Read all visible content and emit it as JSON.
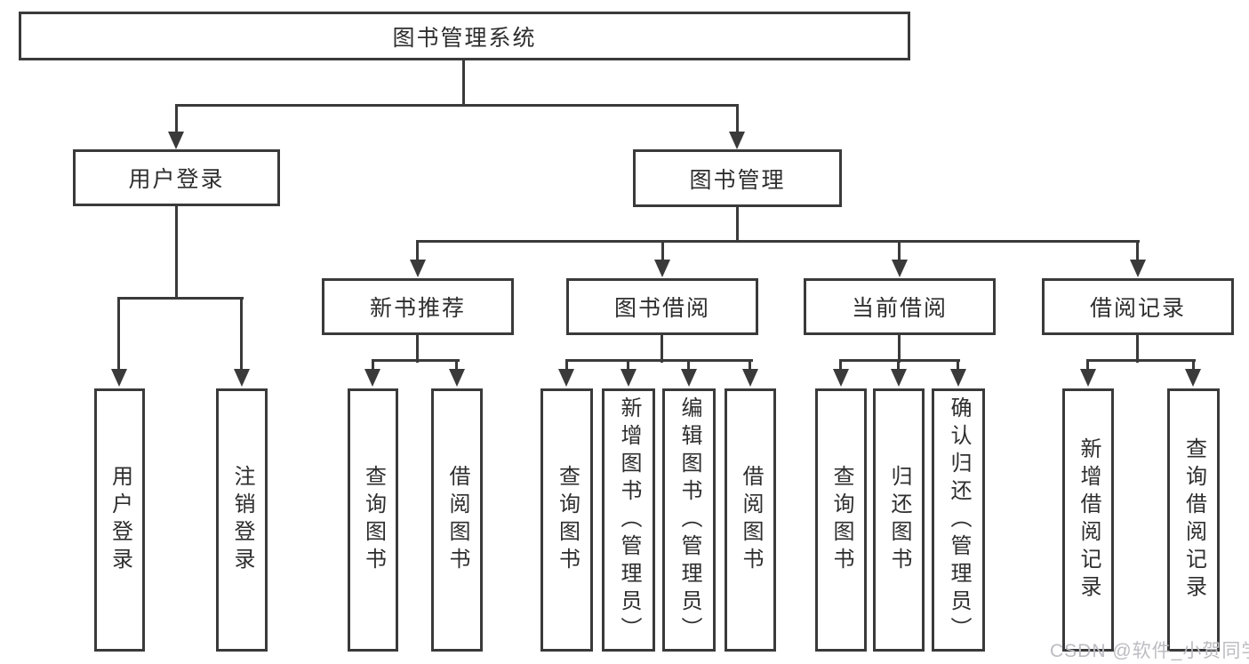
{
  "diagram": {
    "root": {
      "label": "图书管理系统"
    },
    "branches": {
      "user_login": {
        "label": "用户登录",
        "children": [
          "用户登录",
          "注销登录"
        ]
      },
      "book_mgmt": {
        "label": "图书管理",
        "sections": {
          "new_books": {
            "label": "新书推荐",
            "children": [
              "查询图书",
              "借阅图书"
            ]
          },
          "book_borrow": {
            "label": "图书借阅",
            "children": [
              "查询图书",
              "新增图书（管理员）",
              "编辑图书（管理员）",
              "借阅图书"
            ]
          },
          "current_borrow": {
            "label": "当前借阅",
            "children": [
              "查询图书",
              "归还图书",
              "确认归还（管理员）"
            ]
          },
          "borrow_records": {
            "label": "借阅记录",
            "children": [
              "新增借阅记录",
              "查询借阅记录"
            ]
          }
        }
      }
    }
  },
  "watermark": {
    "text": "CSDN @软件_小贺同学"
  },
  "colors": {
    "line": "#3a3a3a",
    "text": "#2e2e2e",
    "watermark": "#bcbcc2",
    "background": "#ffffff"
  }
}
